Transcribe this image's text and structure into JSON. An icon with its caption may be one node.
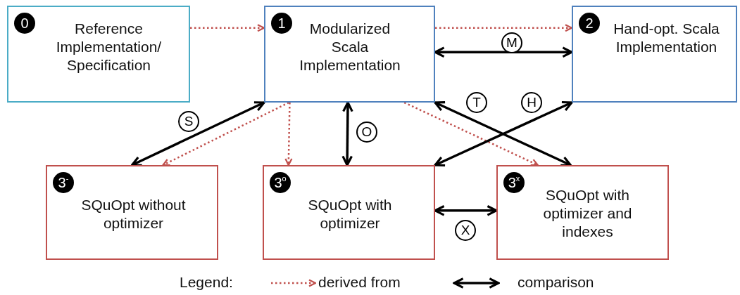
{
  "diagram": {
    "nodes": [
      {
        "text": [
          "0",
          "Reference Implementation/ Specification"
        ]
      },
      {
        "text": [
          "1",
          "Modularized Scala Implementation"
        ]
      },
      {
        "text": [
          "2",
          "Hand-opt. Scala Implementation"
        ]
      },
      {
        "text": [
          "3$^{-}$",
          "SQuOpt without optimizer"
        ]
      },
      {
        "text": [
          "3$^{o}$",
          "SQuOpt with optimizer"
        ]
      },
      {
        "text": [
          "3$^{x}$",
          "SQuOpt with optimizer and indexes"
        ]
      }
    ],
    "edges": [
      {
        "from": 0,
        "to": 1,
        "arrow": "to",
        "style": "dashed",
        "color": "#c0504d"
      },
      {
        "from": 1,
        "to": 2,
        "arrow": "to",
        "style": "dashed",
        "color": "#c0504d"
      },
      {
        "from": 1,
        "to": 2,
        "arrow": "both",
        "label": "M"
      },
      {
        "from": 1,
        "to": 3,
        "arrow": "to",
        "style": "dashed",
        "color": "#c0504d"
      },
      {
        "from": 1,
        "to": 3,
        "arrow": "both",
        "label": "S"
      },
      {
        "from": 1,
        "to": 4,
        "arrow": "to",
        "style": "dashed",
        "color": "#c0504d"
      },
      {
        "from": 1,
        "to": 4,
        "arrow": "both",
        "label": "O"
      },
      {
        "from": 1,
        "to": 5,
        "arrow": "to",
        "style": "dashed",
        "color": "#c0504d"
      },
      {
        "from": 1,
        "to": 5,
        "arrow": "both",
        "label": "T"
      },
      {
        "from": 4,
        "to": 2,
        "arrow": "both",
        "label": "H"
      },
      {
        "from": 4,
        "to": 5,
        "arrow": "both",
        "label": "X"
      }
    ],
    "labels": [
      "Legend:"
    ],
    "legend": [
      {
        "text": "derived from"
      },
      {
        "text": "comparison"
      }
    ]
  }
}
